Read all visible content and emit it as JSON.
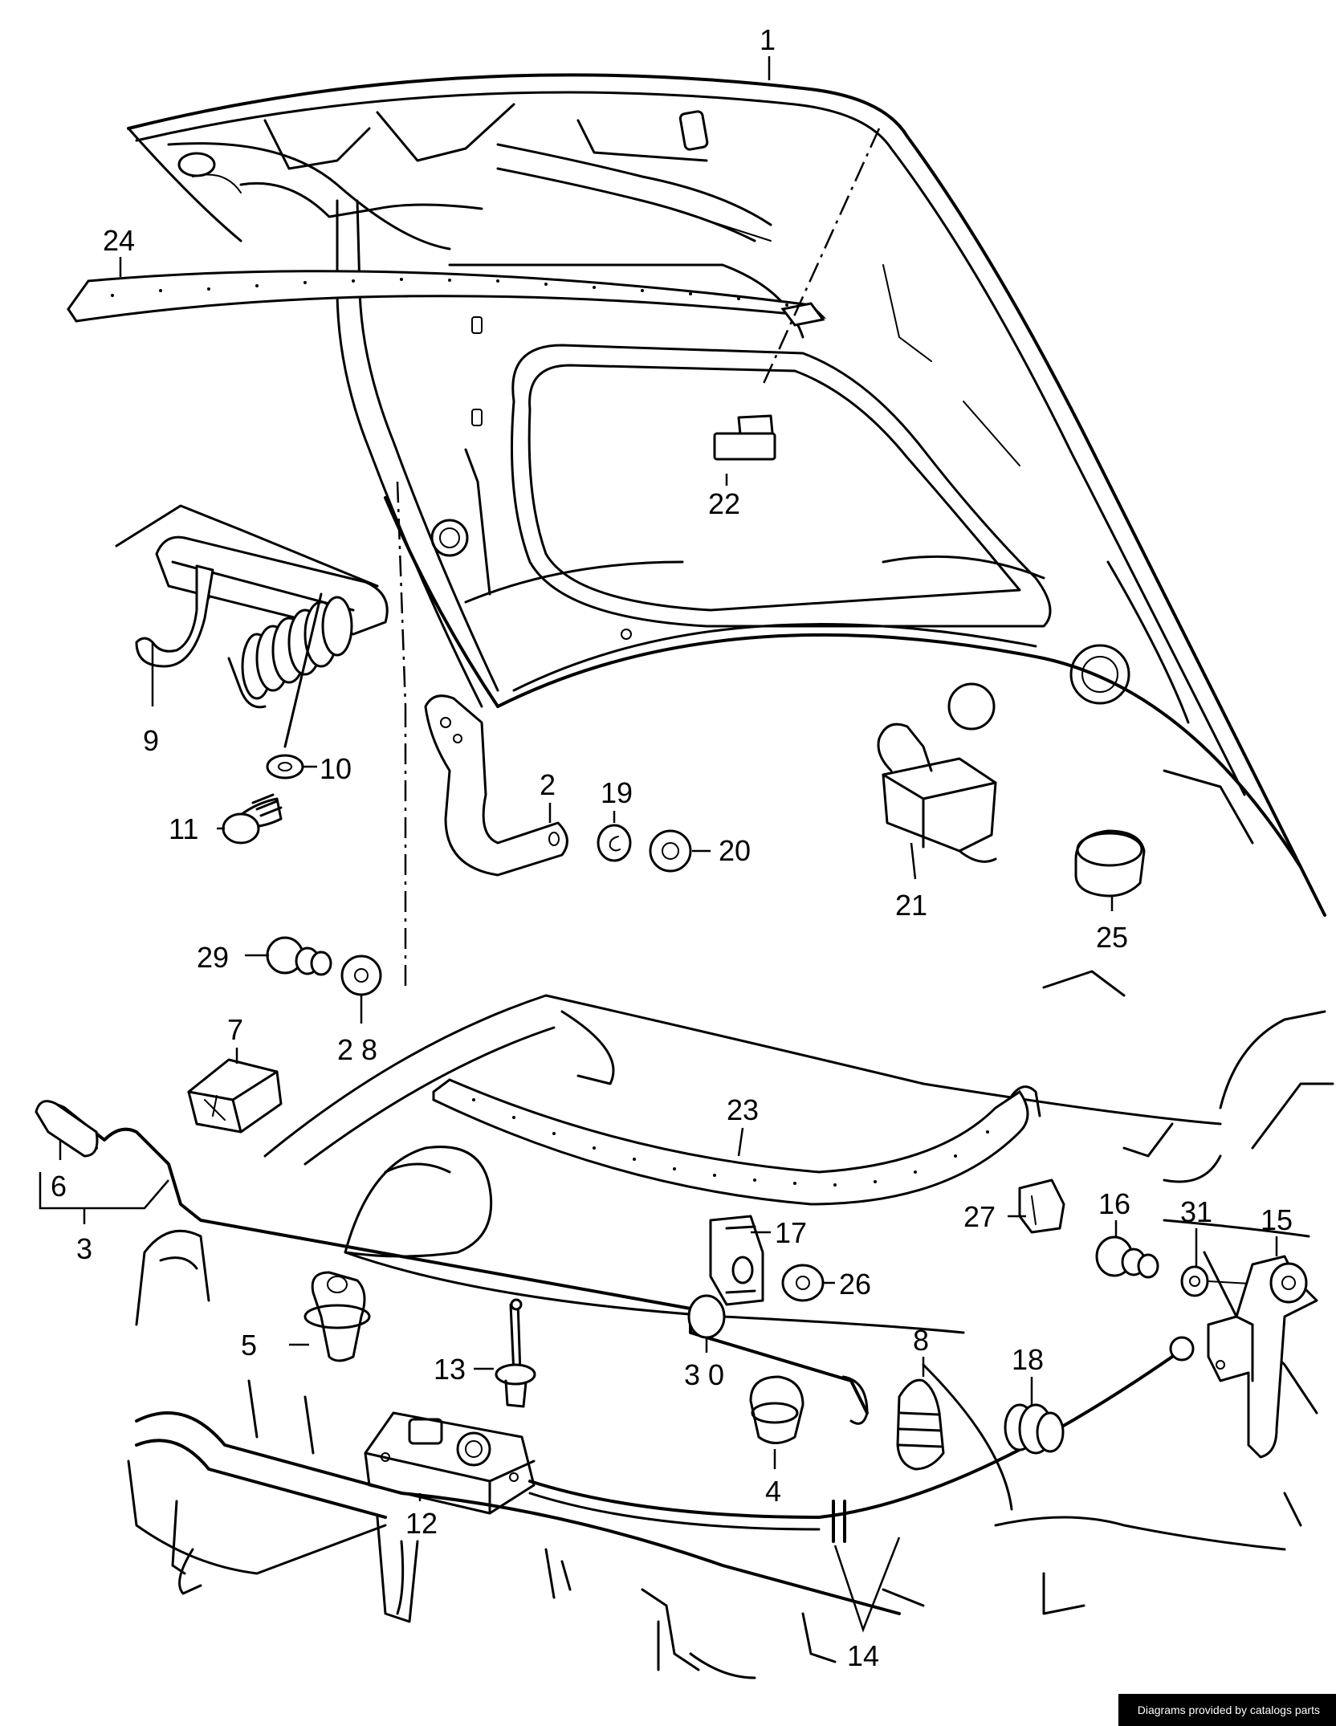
{
  "callouts": [
    {
      "id": "1",
      "text": "1"
    },
    {
      "id": "2",
      "text": "2"
    },
    {
      "id": "3",
      "text": "3"
    },
    {
      "id": "4",
      "text": "4"
    },
    {
      "id": "5",
      "text": "5"
    },
    {
      "id": "6",
      "text": "6"
    },
    {
      "id": "7",
      "text": "7"
    },
    {
      "id": "8",
      "text": "8"
    },
    {
      "id": "9",
      "text": "9"
    },
    {
      "id": "10",
      "text": "10"
    },
    {
      "id": "11",
      "text": "11"
    },
    {
      "id": "12",
      "text": "12"
    },
    {
      "id": "13",
      "text": "13"
    },
    {
      "id": "14",
      "text": "14"
    },
    {
      "id": "15",
      "text": "15"
    },
    {
      "id": "16",
      "text": "16"
    },
    {
      "id": "17",
      "text": "17"
    },
    {
      "id": "18",
      "text": "18"
    },
    {
      "id": "19",
      "text": "19"
    },
    {
      "id": "20",
      "text": "20"
    },
    {
      "id": "21",
      "text": "21"
    },
    {
      "id": "22",
      "text": "22"
    },
    {
      "id": "23",
      "text": "23"
    },
    {
      "id": "24",
      "text": "24"
    },
    {
      "id": "25",
      "text": "25"
    },
    {
      "id": "26",
      "text": "26"
    },
    {
      "id": "27",
      "text": "27"
    },
    {
      "id": "28",
      "text": "2 8"
    },
    {
      "id": "29",
      "text": "29"
    },
    {
      "id": "30",
      "text": "3 0"
    },
    {
      "id": "31",
      "text": "31"
    }
  ],
  "footer": {
    "credit": "Diagrams provided by catalogs parts"
  }
}
